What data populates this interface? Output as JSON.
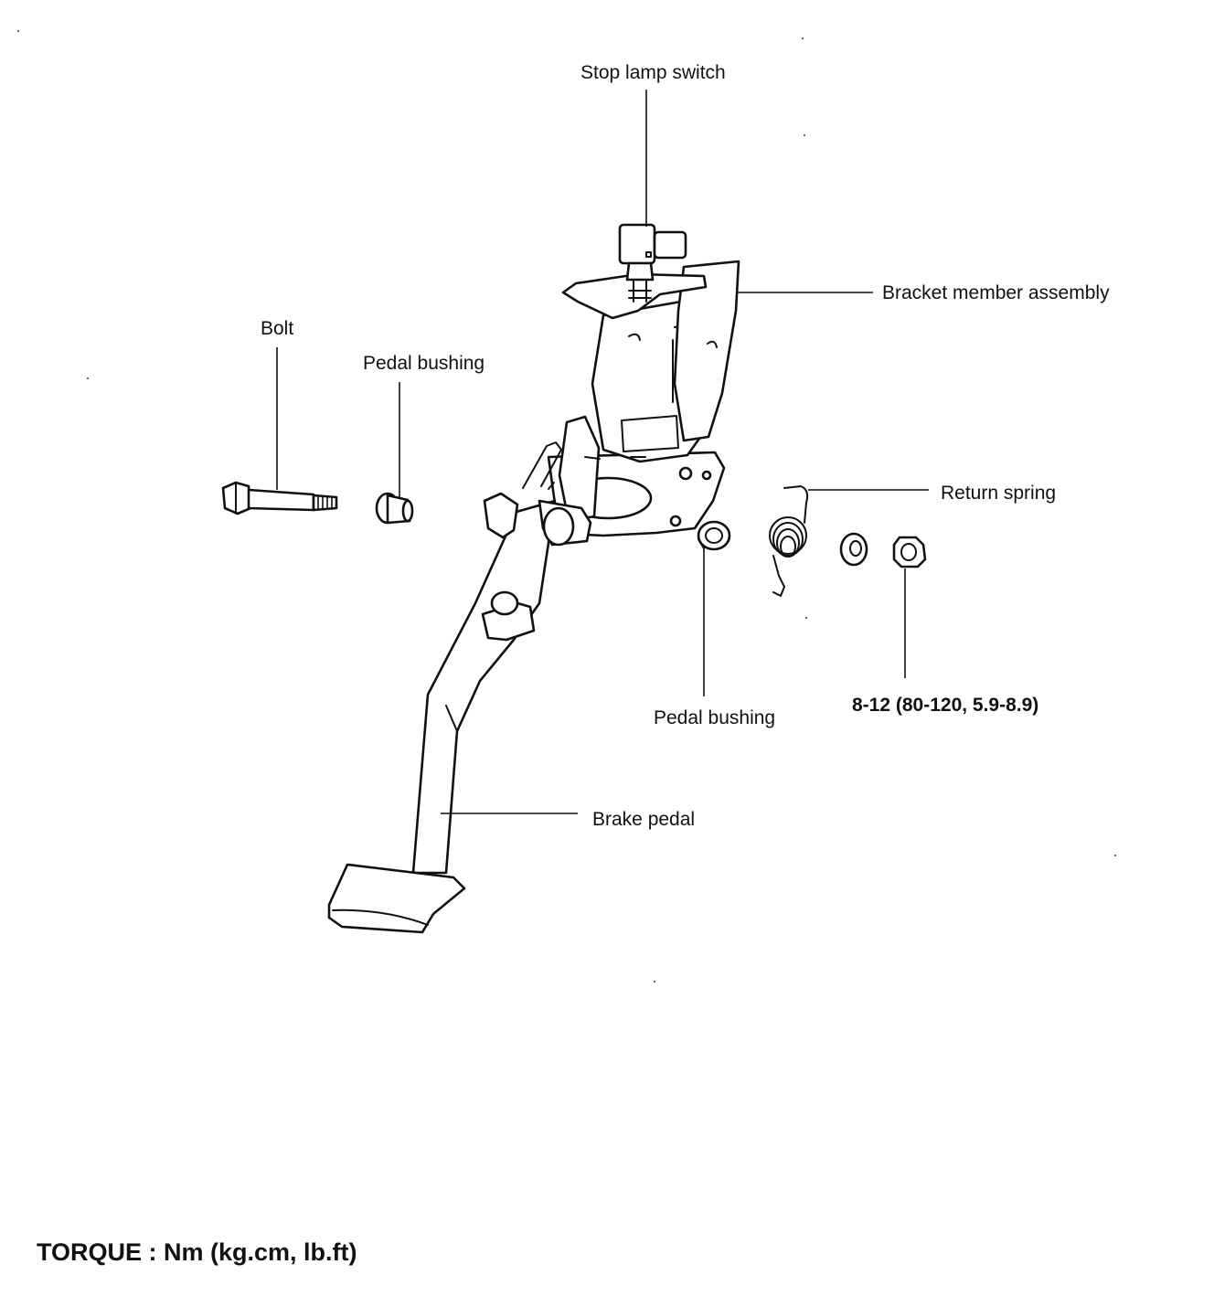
{
  "labels": {
    "stop_lamp_switch": "Stop lamp switch",
    "bracket_member_assembly": "Bracket member assembly",
    "bolt": "Bolt",
    "pedal_bushing_left": "Pedal bushing",
    "return_spring": "Return spring",
    "pedal_bushing_right": "Pedal bushing",
    "nut_torque_value": "8-12 (80-120, 5.9-8.9)",
    "brake_pedal": "Brake pedal"
  },
  "footer": {
    "torque_units": "TORQUE : Nm (kg.cm, lb.ft)"
  },
  "colors": {
    "ink": "#111111",
    "paper": "#ffffff"
  }
}
